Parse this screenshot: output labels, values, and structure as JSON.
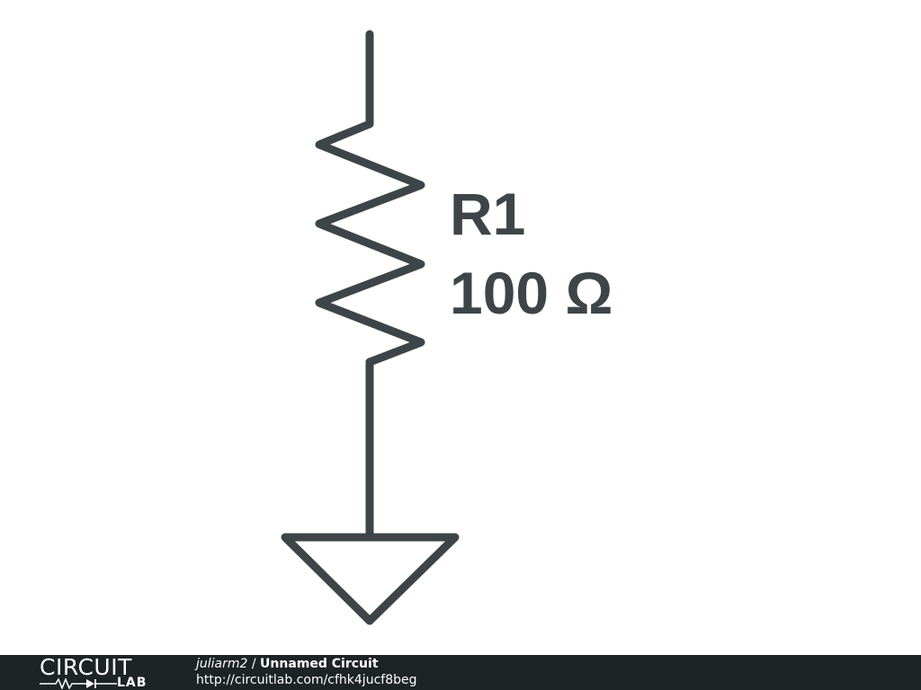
{
  "component": {
    "designator": "R1",
    "value": "100 Ω"
  },
  "symbols": {
    "resistor": "resistor-icon",
    "ground": "ground-icon"
  },
  "colors": {
    "stroke": "#3d4549",
    "background": "#ffffff",
    "footer_background": "#1e2326",
    "footer_text": "#ffffff"
  },
  "footer": {
    "logo_main": "CIRCUIT",
    "logo_sub": "LAB",
    "user": "juliarm2",
    "separator": " / ",
    "circuit_name": "Unnamed Circuit",
    "url": "http://circuitlab.com/cfhk4jucf8beg"
  }
}
